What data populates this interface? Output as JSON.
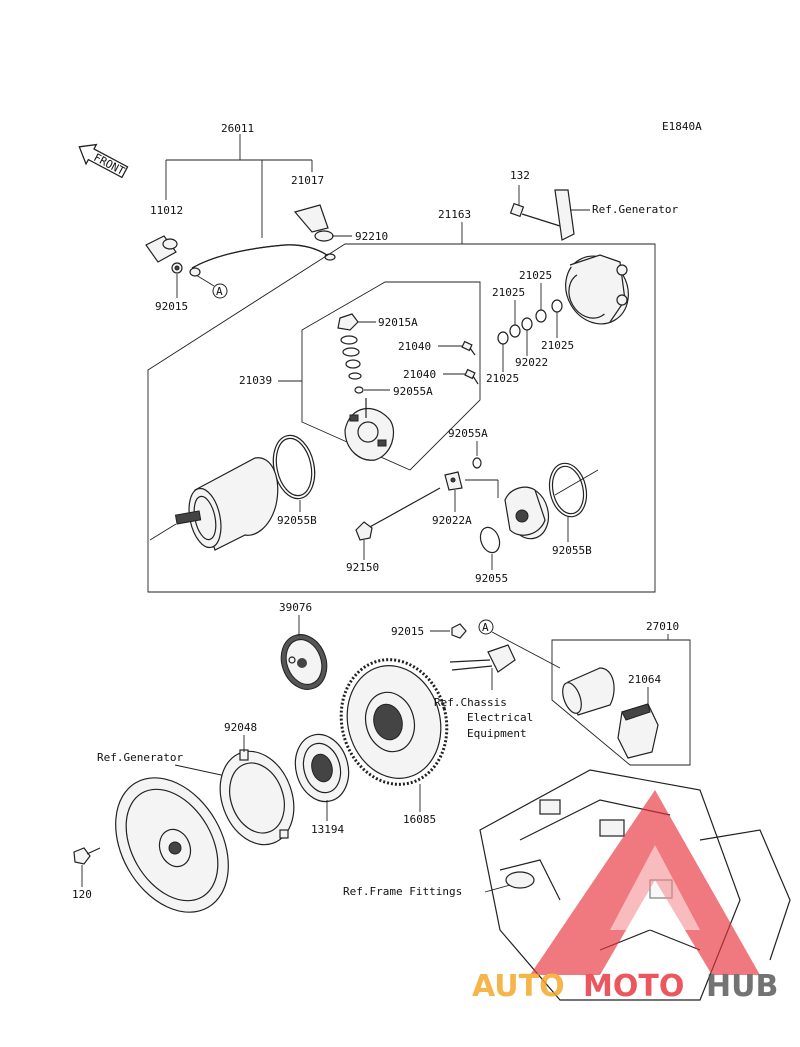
{
  "diagram_code": "E1840A",
  "front_label": "FRONT",
  "part_labels": {
    "p26011": "26011",
    "p21017": "21017",
    "p11012": "11012",
    "p92210": "92210",
    "p92015_top": "92015",
    "p21163": "21163",
    "p132": "132",
    "ref_generator_top": "Ref.Generator",
    "p21025_a": "21025",
    "p21025_b": "21025",
    "p21025_c": "21025",
    "p21025_d": "21025",
    "p92022": "92022",
    "p92015A": "92015A",
    "p21040_a": "21040",
    "p21040_b": "21040",
    "p21039": "21039",
    "p92055A_a": "92055A",
    "p92055A_b": "92055A",
    "p92055B_a": "92055B",
    "p92055B_b": "92055B",
    "p92022A": "92022A",
    "p92150": "92150",
    "p92055": "92055",
    "p39076": "39076",
    "p92015_mid": "92015",
    "p27010": "27010",
    "p21064": "21064",
    "ref_chassis_1": "Ref.Chassis",
    "ref_chassis_2": "Electrical",
    "ref_chassis_3": "Equipment",
    "p92048": "92048",
    "ref_generator_bottom": "Ref.Generator",
    "p13194": "13194",
    "p16085": "16085",
    "p120": "120",
    "ref_frame": "Ref.Frame Fittings"
  },
  "callouts": {
    "a1": "A",
    "a2": "A"
  },
  "watermark": {
    "text_auto": "AUTO",
    "text_moto": "MOTO",
    "text_hub": "HUB",
    "color_auto": "#f5a623",
    "color_moto": "#e8333c",
    "color_hub": "#555555"
  }
}
